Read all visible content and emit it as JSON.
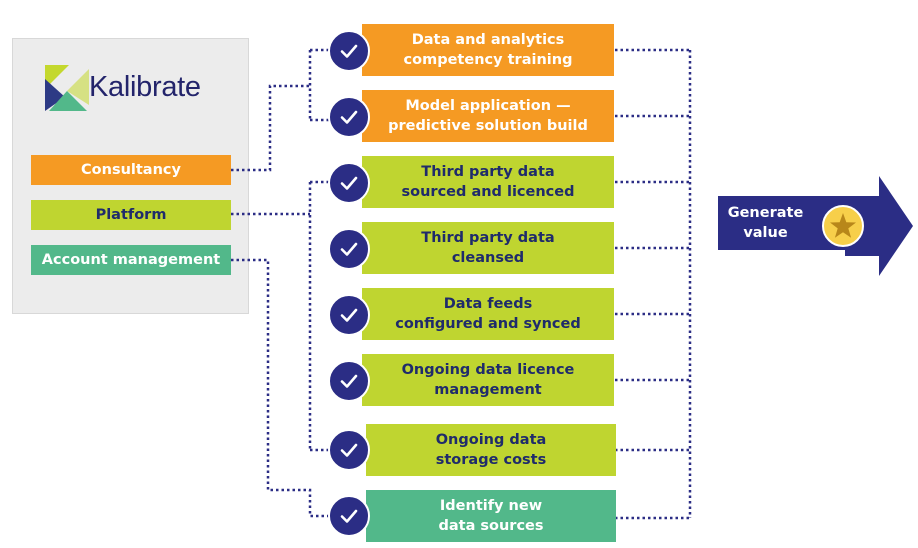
{
  "brand": {
    "name": "Kalibrate",
    "colors": {
      "navy": "#2b2d85",
      "orange": "#f59a23",
      "lime": "#bfd530",
      "green": "#52b88a",
      "gold": "#f7cf4a"
    }
  },
  "categories": [
    {
      "id": "consultancy",
      "label": "Consultancy",
      "color": "#f59a23"
    },
    {
      "id": "platform",
      "label": "Platform",
      "color": "#bfd530"
    },
    {
      "id": "account",
      "label": "Account management",
      "color": "#52b88a"
    }
  ],
  "steps": [
    {
      "lines": [
        "Data and analytics",
        "competency training"
      ],
      "category": "consultancy",
      "icon": "checkmark-icon"
    },
    {
      "lines": [
        "Model application —",
        "predictive solution build"
      ],
      "category": "consultancy",
      "icon": "checkmark-icon"
    },
    {
      "lines": [
        "Third party data",
        "sourced and licenced"
      ],
      "category": "platform",
      "icon": "checkmark-icon"
    },
    {
      "lines": [
        "Third party data",
        "cleansed"
      ],
      "category": "platform",
      "icon": "checkmark-icon"
    },
    {
      "lines": [
        "Data feeds",
        "configured and synced"
      ],
      "category": "platform",
      "icon": "checkmark-icon"
    },
    {
      "lines": [
        "Ongoing data licence",
        "management"
      ],
      "category": "platform",
      "icon": "checkmark-icon"
    },
    {
      "lines": [
        "Ongoing data",
        "storage costs"
      ],
      "category": "platform",
      "icon": "checkmark-icon"
    },
    {
      "lines": [
        "Identify new",
        "data sources"
      ],
      "category": "account",
      "icon": "checkmark-icon"
    }
  ],
  "outcome": {
    "lines": [
      "Generate",
      "value"
    ],
    "icon": "star-icon"
  }
}
